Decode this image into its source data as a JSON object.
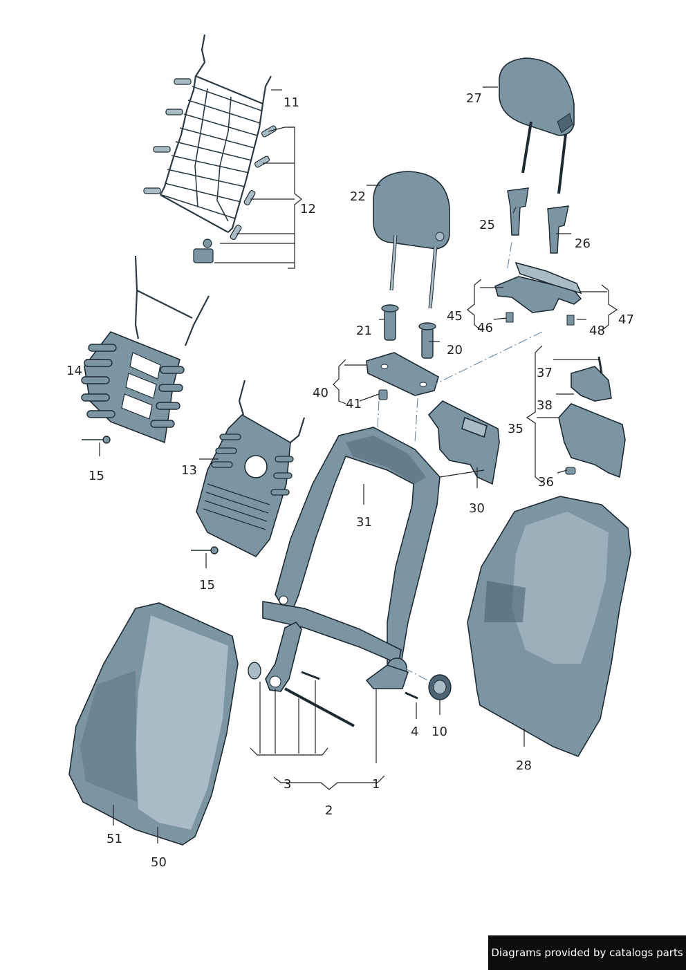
{
  "diagram": {
    "callouts": {
      "c1": "1",
      "c2": "2",
      "c3": "3",
      "c4": "4",
      "c10": "10",
      "c11": "11",
      "c12": "12",
      "c13": "13",
      "c14": "14",
      "c15a": "15",
      "c15b": "15",
      "c20": "20",
      "c21": "21",
      "c22": "22",
      "c25": "25",
      "c26": "26",
      "c27": "27",
      "c28": "28",
      "c30": "30",
      "c31": "31",
      "c35": "35",
      "c36": "36",
      "c37": "37",
      "c38": "38",
      "c40": "40",
      "c41": "41",
      "c45": "45",
      "c46": "46",
      "c47": "47",
      "c48": "48",
      "c50": "50",
      "c51": "51"
    }
  },
  "footer": {
    "text": "Diagrams provided by catalogs parts"
  },
  "colors": {
    "part": "#7c95a3",
    "part_light": "#a9bcc6",
    "part_dark": "#4d6572",
    "outline": "#1c2b33"
  }
}
